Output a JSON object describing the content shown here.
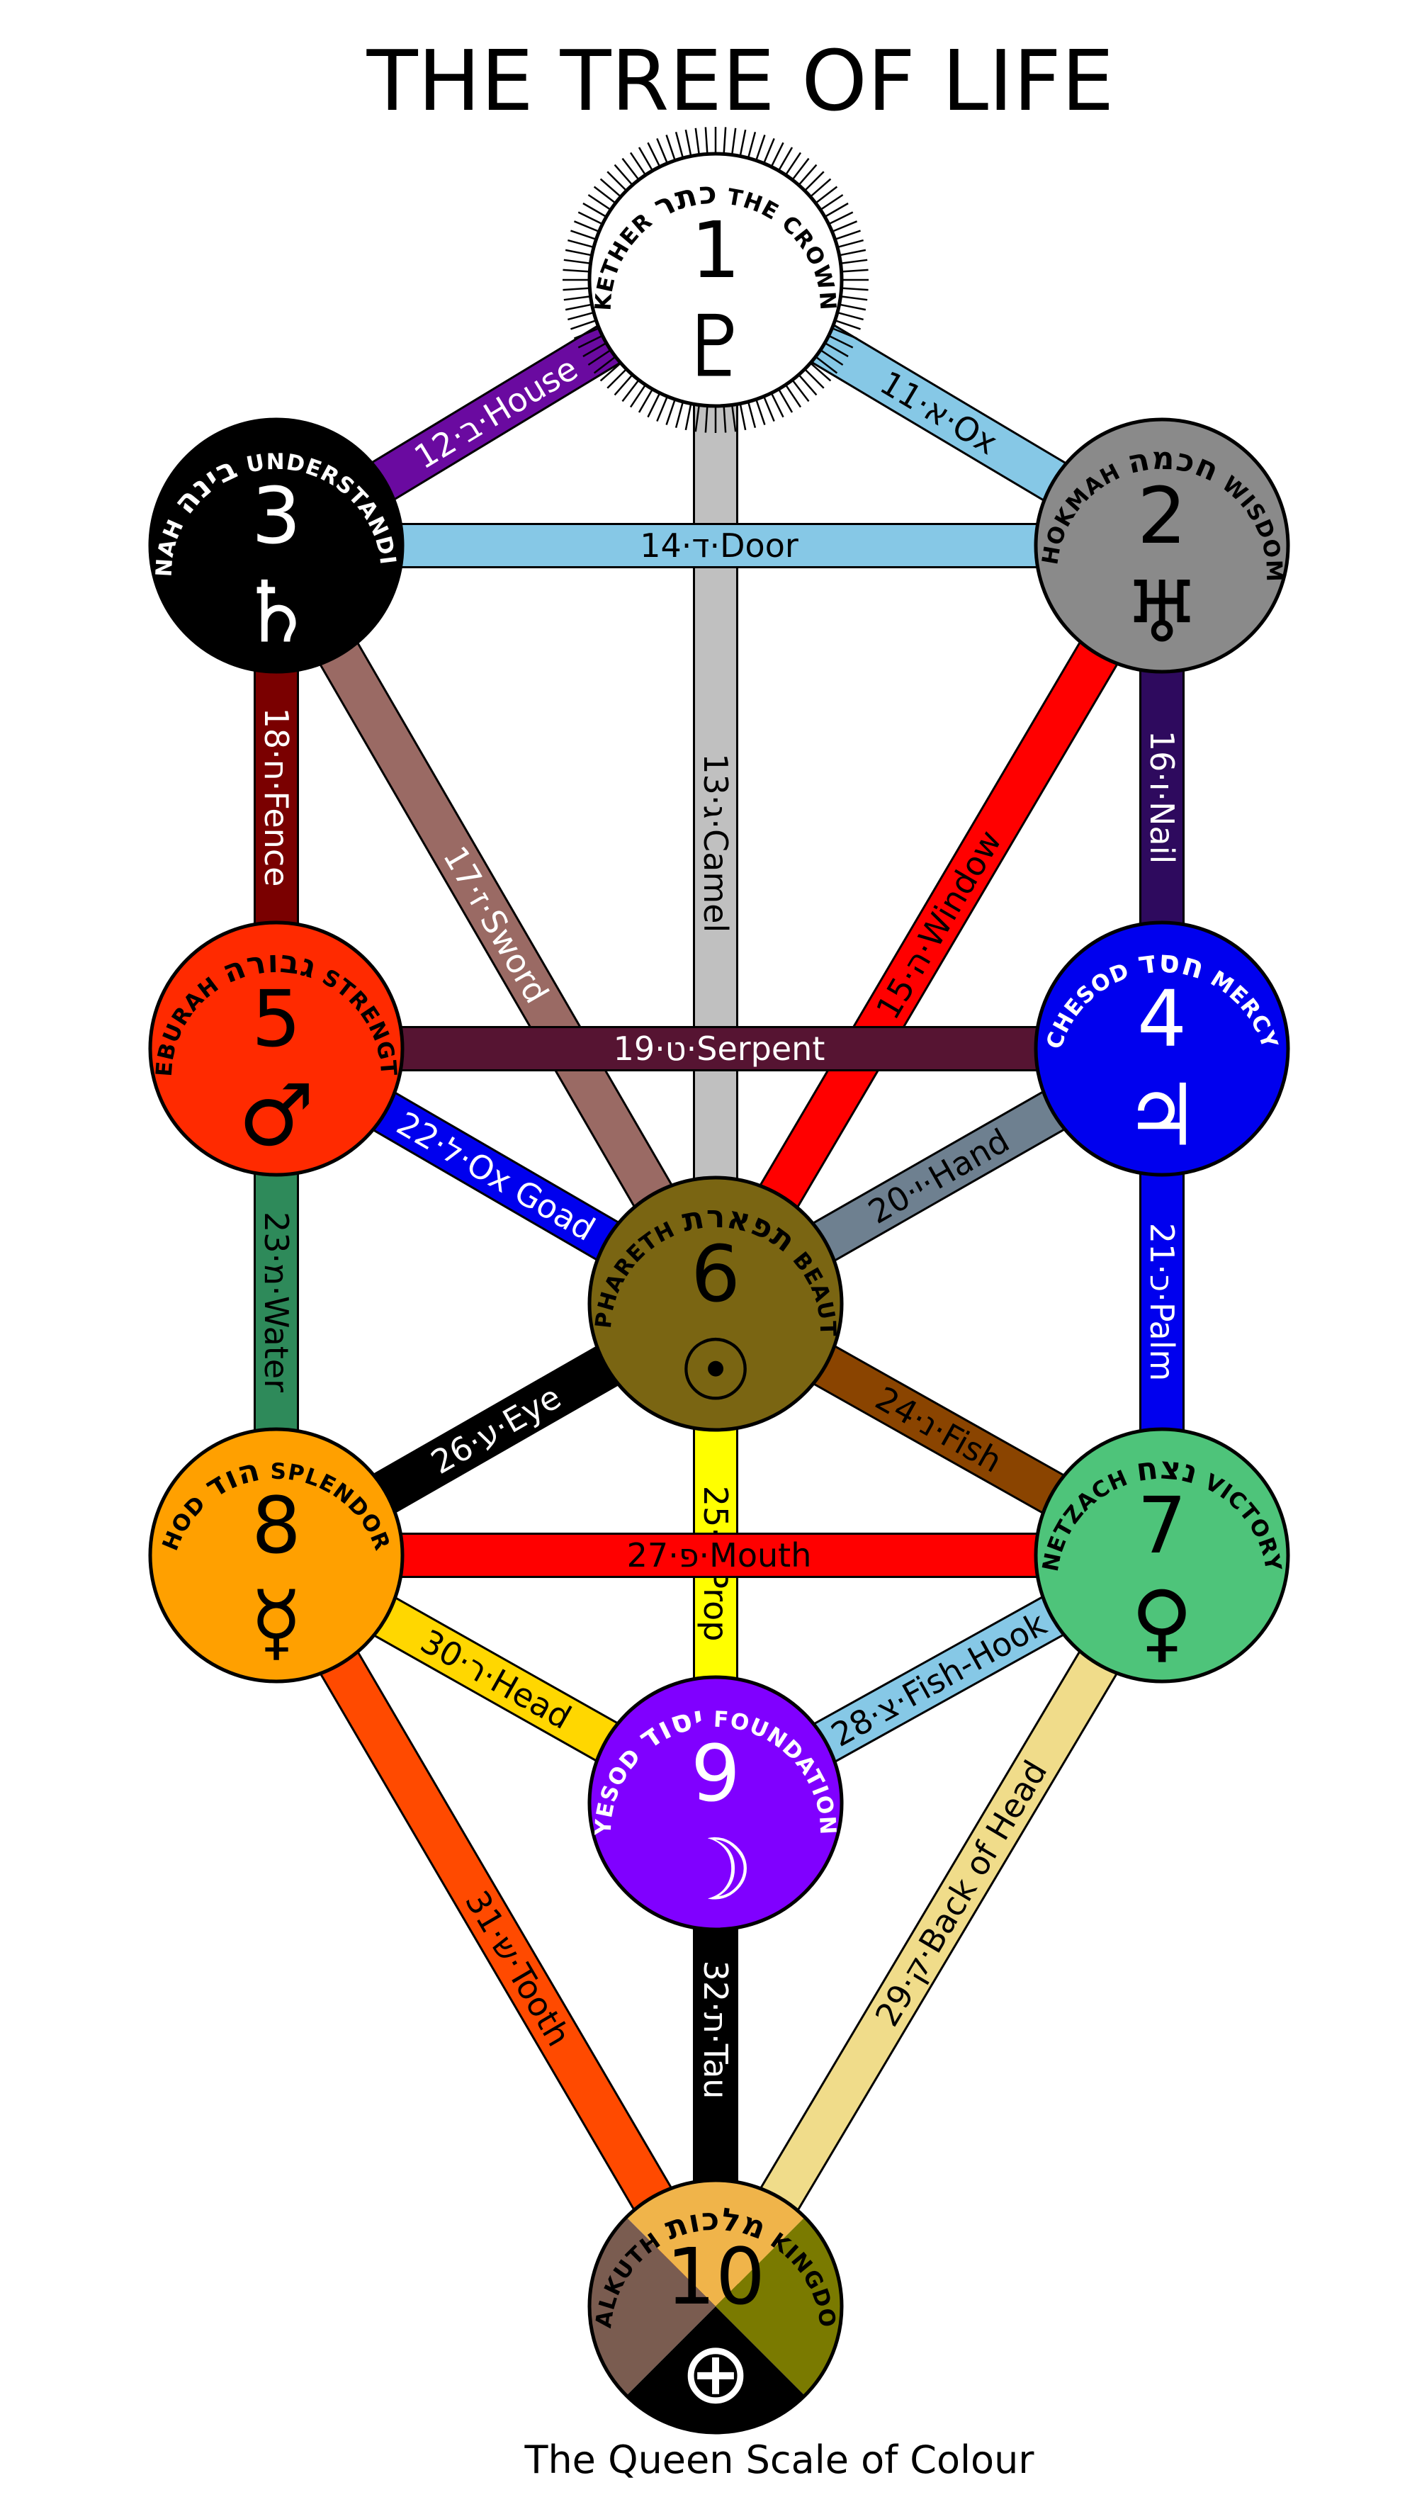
{
  "title": "THE TREE OF LIFE",
  "subtitle": "The Queen Scale of Colour",
  "sephiroth": [
    {
      "number": "1",
      "name": "KETHER",
      "meaning": "THE CROWN",
      "hebrew": "כתר",
      "symbol": "♇",
      "fill": "#ffffff",
      "text_color": "#000000"
    },
    {
      "number": "2",
      "name": "CHOKMAH",
      "meaning": "WISDOM",
      "hebrew": "חכמה",
      "symbol": "♅",
      "fill": "#8a8a8a",
      "text_color": "#000000"
    },
    {
      "number": "3",
      "name": "BINAH",
      "meaning": "UNDERSTANDING",
      "hebrew": "בינה",
      "symbol": "♄",
      "fill": "#000000",
      "text_color": "#ffffff"
    },
    {
      "number": "4",
      "name": "CHESOD",
      "meaning": "MERCY",
      "hebrew": "חסד",
      "symbol": "♃",
      "fill": "#0000ee",
      "text_color": "#ffffff"
    },
    {
      "number": "5",
      "name": "GEBURAH",
      "meaning": "STRENGTH",
      "hebrew": "גבורה",
      "symbol": "♂",
      "fill": "#ff2a00",
      "text_color": "#000000"
    },
    {
      "number": "6",
      "name": "TIPHARETH",
      "meaning": "BEAUTY",
      "hebrew": "תפארת",
      "symbol": "☉",
      "fill": "#7a6512",
      "text_color": "#000000"
    },
    {
      "number": "7",
      "name": "NETZACH",
      "meaning": "VICTORY",
      "hebrew": "נצח",
      "symbol": "♀",
      "fill": "#4ec47a",
      "text_color": "#000000"
    },
    {
      "number": "8",
      "name": "HOD",
      "meaning": "SPLENDOR",
      "hebrew": "הוד",
      "symbol": "☿",
      "fill": "#ffa000",
      "text_color": "#000000"
    },
    {
      "number": "9",
      "name": "YESOD",
      "meaning": "FOUNDATION",
      "hebrew": "יסוד",
      "symbol": "☽",
      "fill": "#8000ff",
      "text_color": "#ffffff"
    },
    {
      "number": "10",
      "name": "MALKUTH",
      "meaning": "KINGDOM",
      "hebrew": "מלכות",
      "symbol": "⊕",
      "text_color": "#000000",
      "quarters": {
        "top": "#f0b44a",
        "left": "#7a5c50",
        "right": "#7a7a00",
        "bottom": "#000000"
      }
    }
  ],
  "paths": [
    {
      "label": "11·א·Ox",
      "from": "1",
      "to": "2",
      "color": "#86c8e6",
      "text_color": "#000000"
    },
    {
      "label": "12·ב·House",
      "from": "1",
      "to": "3",
      "color": "#6a0aa0",
      "text_color": "#ffffff"
    },
    {
      "label": "13·ג·Camel",
      "from": "1",
      "to": "6",
      "color": "#c0c0c0",
      "text_color": "#000000"
    },
    {
      "label": "14·ד·Door",
      "from": "3",
      "to": "2",
      "color": "#86c8e6",
      "text_color": "#000000"
    },
    {
      "label": "15·ה·Window",
      "from": "2",
      "to": "6",
      "color": "#ff0000",
      "text_color": "#000000"
    },
    {
      "label": "16·ו·Nail",
      "from": "2",
      "to": "4",
      "color": "#2e0a5e",
      "text_color": "#ffffff"
    },
    {
      "label": "17·ז·Sword",
      "from": "3",
      "to": "6",
      "color": "#9a6a64",
      "text_color": "#ffffff"
    },
    {
      "label": "18·ח·Fence",
      "from": "3",
      "to": "5",
      "color": "#7a0000",
      "text_color": "#ffffff"
    },
    {
      "label": "19·ט·Serpent",
      "from": "5",
      "to": "4",
      "color": "#561432",
      "text_color": "#ffffff"
    },
    {
      "label": "20·י·Hand",
      "from": "6",
      "to": "4",
      "color": "#6e8090",
      "text_color": "#000000"
    },
    {
      "label": "21·כ·Palm",
      "from": "4",
      "to": "7",
      "color": "#0000ee",
      "text_color": "#ffffff"
    },
    {
      "label": "22·ל·Ox Goad",
      "from": "5",
      "to": "6",
      "color": "#0000ee",
      "text_color": "#ffffff"
    },
    {
      "label": "23·מ·Water",
      "from": "5",
      "to": "8",
      "color": "#2e8a5a",
      "text_color": "#000000"
    },
    {
      "label": "24·נ·Fish",
      "from": "6",
      "to": "7",
      "color": "#8a4400",
      "text_color": "#000000"
    },
    {
      "label": "25·ס·Prop",
      "from": "6",
      "to": "9",
      "color": "#ffff00",
      "text_color": "#000000"
    },
    {
      "label": "26·ע·Eye",
      "from": "8",
      "to": "6",
      "color": "#000000",
      "text_color": "#ffffff"
    },
    {
      "label": "27·פ·Mouth",
      "from": "8",
      "to": "7",
      "color": "#ff0000",
      "text_color": "#000000"
    },
    {
      "label": "28·צ·Fish-Hook",
      "from": "9",
      "to": "7",
      "color": "#86c8e6",
      "text_color": "#000000"
    },
    {
      "label": "29·ק·Back of Head",
      "from": "10",
      "to": "7",
      "color": "#f0dc8a",
      "text_color": "#000000"
    },
    {
      "label": "30·ר·Head",
      "from": "8",
      "to": "9",
      "color": "#ffd700",
      "text_color": "#000000"
    },
    {
      "label": "31·ש·Tooth",
      "from": "8",
      "to": "10",
      "color": "#ff4a00",
      "text_color": "#000000"
    },
    {
      "label": "32·ת·Tau",
      "from": "9",
      "to": "10",
      "color": "#000000",
      "text_color": "#ffffff"
    }
  ]
}
